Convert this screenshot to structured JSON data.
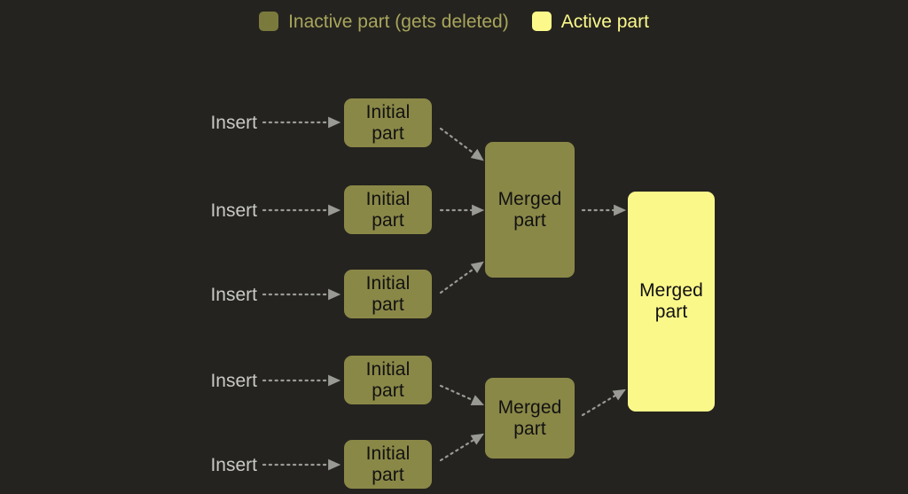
{
  "colors": {
    "background": "#24231f",
    "inactive_fill": "#8a8847",
    "inactive_legend_swatch": "#7b7a3d",
    "inactive_text": "#a8a55c",
    "active_fill": "#fbf88a",
    "active_text": "#fbf98c",
    "node_label": "#111111",
    "insert_label": "#c9c9c4",
    "arrow": "#9a9a95"
  },
  "legend": {
    "items": [
      {
        "label": "Inactive part (gets deleted)",
        "state": "inactive"
      },
      {
        "label": "Active part",
        "state": "active"
      }
    ]
  },
  "diagram": {
    "inserts": [
      {
        "label": "Insert"
      },
      {
        "label": "Insert"
      },
      {
        "label": "Insert"
      },
      {
        "label": "Insert"
      },
      {
        "label": "Insert"
      }
    ],
    "initial_parts": [
      {
        "line1": "Initial",
        "line2": "part"
      },
      {
        "line1": "Initial",
        "line2": "part"
      },
      {
        "line1": "Initial",
        "line2": "part"
      },
      {
        "line1": "Initial",
        "line2": "part"
      },
      {
        "line1": "Initial",
        "line2": "part"
      }
    ],
    "merged_parts": [
      {
        "line1": "Merged",
        "line2": "part",
        "state": "inactive"
      },
      {
        "line1": "Merged",
        "line2": "part",
        "state": "inactive"
      }
    ],
    "final_part": {
      "line1": "Merged",
      "line2": "part",
      "state": "active"
    }
  }
}
